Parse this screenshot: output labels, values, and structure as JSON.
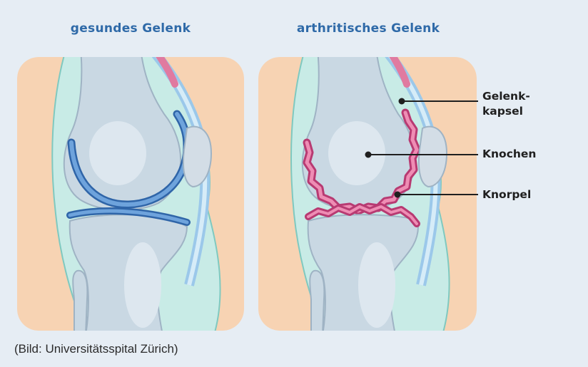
{
  "titles": {
    "healthy": "gesundes Gelenk",
    "arthritic": "arthritisches Gelenk"
  },
  "labels": {
    "capsule_line1": "Gelenk-",
    "capsule_line2": "kapsel",
    "bone": "Knochen",
    "cartilage": "Knorpel"
  },
  "caption": "(Bild: Universitätsspital Zürich)",
  "colors": {
    "background": "#e6edf4",
    "panel_skin": "#f7d3b3",
    "joint_fluid": "#c8ebe6",
    "bone": "#c9d8e3",
    "healthy_cartilage": "#4a86c8",
    "arthritic_cartilage": "#d9578f",
    "title_blue": "#2f6aa8"
  }
}
